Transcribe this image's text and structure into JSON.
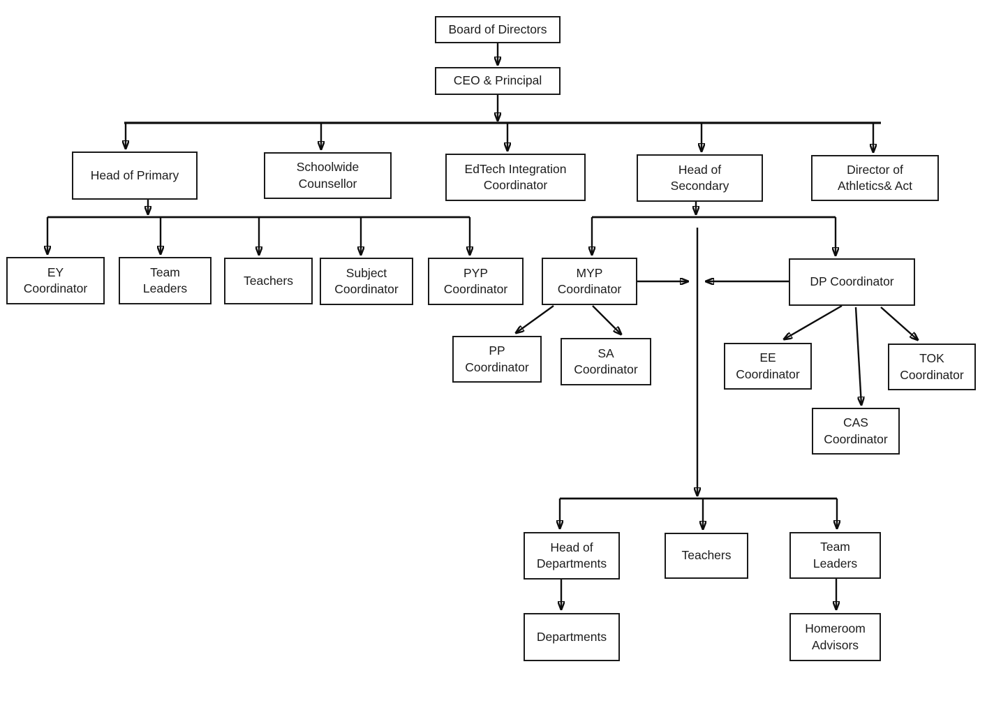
{
  "diagram": {
    "type": "org-chart",
    "title": "School organisational chart",
    "background_color": "#ffffff",
    "line_color": "#0d0d0d",
    "box_border_color": "#1a1a1a",
    "text_color": "#1c1c1c",
    "nodes": {
      "board": {
        "label": "Board of Directors"
      },
      "ceo": {
        "label": "CEO & Principal"
      },
      "head_primary": {
        "label": "Head of Primary"
      },
      "schoolwide_counsellor": {
        "label": "Schoolwide\nCounsellor"
      },
      "edtech": {
        "label": "EdTech Integration\nCoordinator"
      },
      "head_secondary": {
        "label": "Head of\nSecondary"
      },
      "director_athletics": {
        "label": "Director of\nAthletics& Act"
      },
      "ey_coordinator": {
        "label": "EY\nCoordinator"
      },
      "team_leaders_primary": {
        "label": "Team\nLeaders"
      },
      "teachers_primary": {
        "label": "Teachers"
      },
      "subject_coordinator": {
        "label": "Subject\nCoordinator"
      },
      "pyp_coordinator": {
        "label": "PYP\nCoordinator"
      },
      "myp_coordinator": {
        "label": "MYP\nCoordinator"
      },
      "dp_coordinator": {
        "label": "DP Coordinator"
      },
      "pp_coordinator": {
        "label": "PP\nCoordinator"
      },
      "sa_coordinator": {
        "label": "SA\nCoordinator"
      },
      "ee_coordinator": {
        "label": "EE\nCoordinator"
      },
      "tok_coordinator": {
        "label": "TOK\nCoordinator"
      },
      "cas_coordinator": {
        "label": "CAS\nCoordinator"
      },
      "head_departments": {
        "label": "Head of\nDepartments"
      },
      "teachers_secondary": {
        "label": "Teachers"
      },
      "team_leaders_secondary": {
        "label": "Team\nLeaders"
      },
      "departments": {
        "label": "Departments"
      },
      "homeroom_advisors": {
        "label": "Homeroom\nAdvisors"
      }
    },
    "edges": [
      {
        "from": "board",
        "to": "ceo"
      },
      {
        "from": "ceo",
        "to": "head_primary"
      },
      {
        "from": "ceo",
        "to": "schoolwide_counsellor"
      },
      {
        "from": "ceo",
        "to": "edtech"
      },
      {
        "from": "ceo",
        "to": "head_secondary"
      },
      {
        "from": "ceo",
        "to": "director_athletics"
      },
      {
        "from": "head_primary",
        "to": "ey_coordinator"
      },
      {
        "from": "head_primary",
        "to": "team_leaders_primary"
      },
      {
        "from": "head_primary",
        "to": "teachers_primary"
      },
      {
        "from": "head_primary",
        "to": "subject_coordinator"
      },
      {
        "from": "head_primary",
        "to": "pyp_coordinator"
      },
      {
        "from": "head_secondary",
        "to": "myp_coordinator"
      },
      {
        "from": "head_secondary",
        "to": "dp_coordinator"
      },
      {
        "from": "myp_coordinator",
        "to": "secondary_trunk"
      },
      {
        "from": "dp_coordinator",
        "to": "secondary_trunk"
      },
      {
        "from": "myp_coordinator",
        "to": "pp_coordinator"
      },
      {
        "from": "myp_coordinator",
        "to": "sa_coordinator"
      },
      {
        "from": "dp_coordinator",
        "to": "ee_coordinator"
      },
      {
        "from": "dp_coordinator",
        "to": "cas_coordinator"
      },
      {
        "from": "dp_coordinator",
        "to": "tok_coordinator"
      },
      {
        "from": "head_secondary",
        "to": "head_departments"
      },
      {
        "from": "head_secondary",
        "to": "teachers_secondary"
      },
      {
        "from": "head_secondary",
        "to": "team_leaders_secondary"
      },
      {
        "from": "head_departments",
        "to": "departments"
      },
      {
        "from": "team_leaders_secondary",
        "to": "homeroom_advisors"
      }
    ]
  }
}
